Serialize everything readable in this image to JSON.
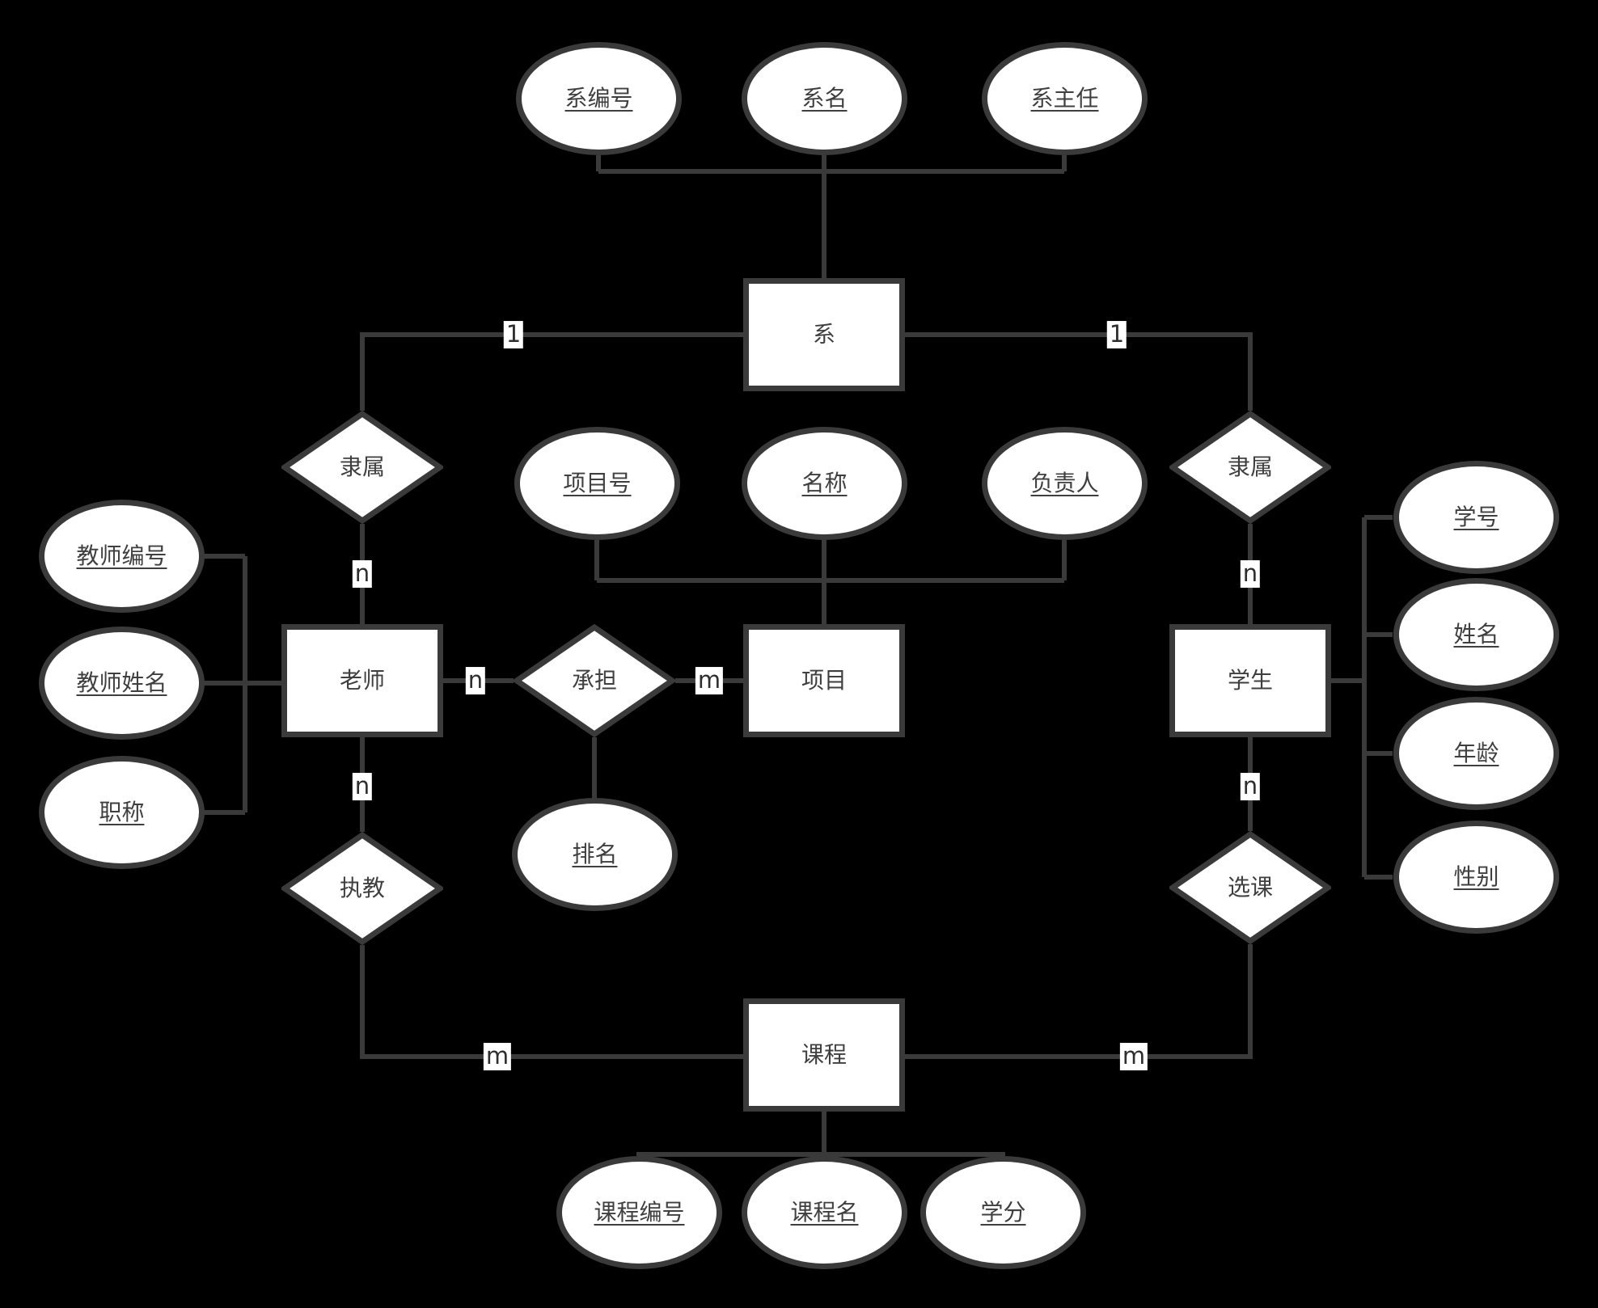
{
  "canvas": {
    "background_color": "#000000",
    "shape_fill_color": "#ffffff",
    "stroke_color": "#3a3a3a",
    "text_color": "#3f3f3f"
  },
  "entities": {
    "dept": {
      "label": "系"
    },
    "teacher": {
      "label": "老师"
    },
    "project": {
      "label": "项目"
    },
    "student": {
      "label": "学生"
    },
    "course": {
      "label": "课程"
    }
  },
  "relationships": {
    "dept_teacher": {
      "label": "隶属"
    },
    "dept_student": {
      "label": "隶属"
    },
    "teacher_project": {
      "label": "承担"
    },
    "teacher_course": {
      "label": "执教"
    },
    "student_course": {
      "label": "选课"
    }
  },
  "attributes": {
    "dept_id": {
      "label": "系编号",
      "underlined": true
    },
    "dept_name": {
      "label": "系名",
      "underlined": true
    },
    "dept_head": {
      "label": "系主任",
      "underlined": true
    },
    "project_id": {
      "label": "项目号",
      "underlined": true
    },
    "project_name": {
      "label": "名称",
      "underlined": true
    },
    "project_leader": {
      "label": "负责人",
      "underlined": true
    },
    "teacher_id": {
      "label": "教师编号",
      "underlined": true
    },
    "teacher_name": {
      "label": "教师姓名",
      "underlined": true
    },
    "teacher_title": {
      "label": "职称",
      "underlined": true
    },
    "rank": {
      "label": "排名",
      "underlined": true
    },
    "student_id": {
      "label": "学号",
      "underlined": true
    },
    "student_name": {
      "label": "姓名",
      "underlined": true
    },
    "student_age": {
      "label": "年龄",
      "underlined": true
    },
    "student_sex": {
      "label": "性别",
      "underlined": true
    },
    "course_id": {
      "label": "课程编号",
      "underlined": true
    },
    "course_name": {
      "label": "课程名",
      "underlined": true
    },
    "course_credit": {
      "label": "学分",
      "underlined": true
    }
  },
  "cardinalities": {
    "dept_teacher_dept": "1",
    "dept_teacher_teacher": "n",
    "dept_student_dept": "1",
    "dept_student_student": "n",
    "teacher_project_teacher": "n",
    "teacher_project_project": "m",
    "teacher_course_teacher": "n",
    "teacher_course_course": "m",
    "student_course_student": "n",
    "student_course_course": "m"
  }
}
